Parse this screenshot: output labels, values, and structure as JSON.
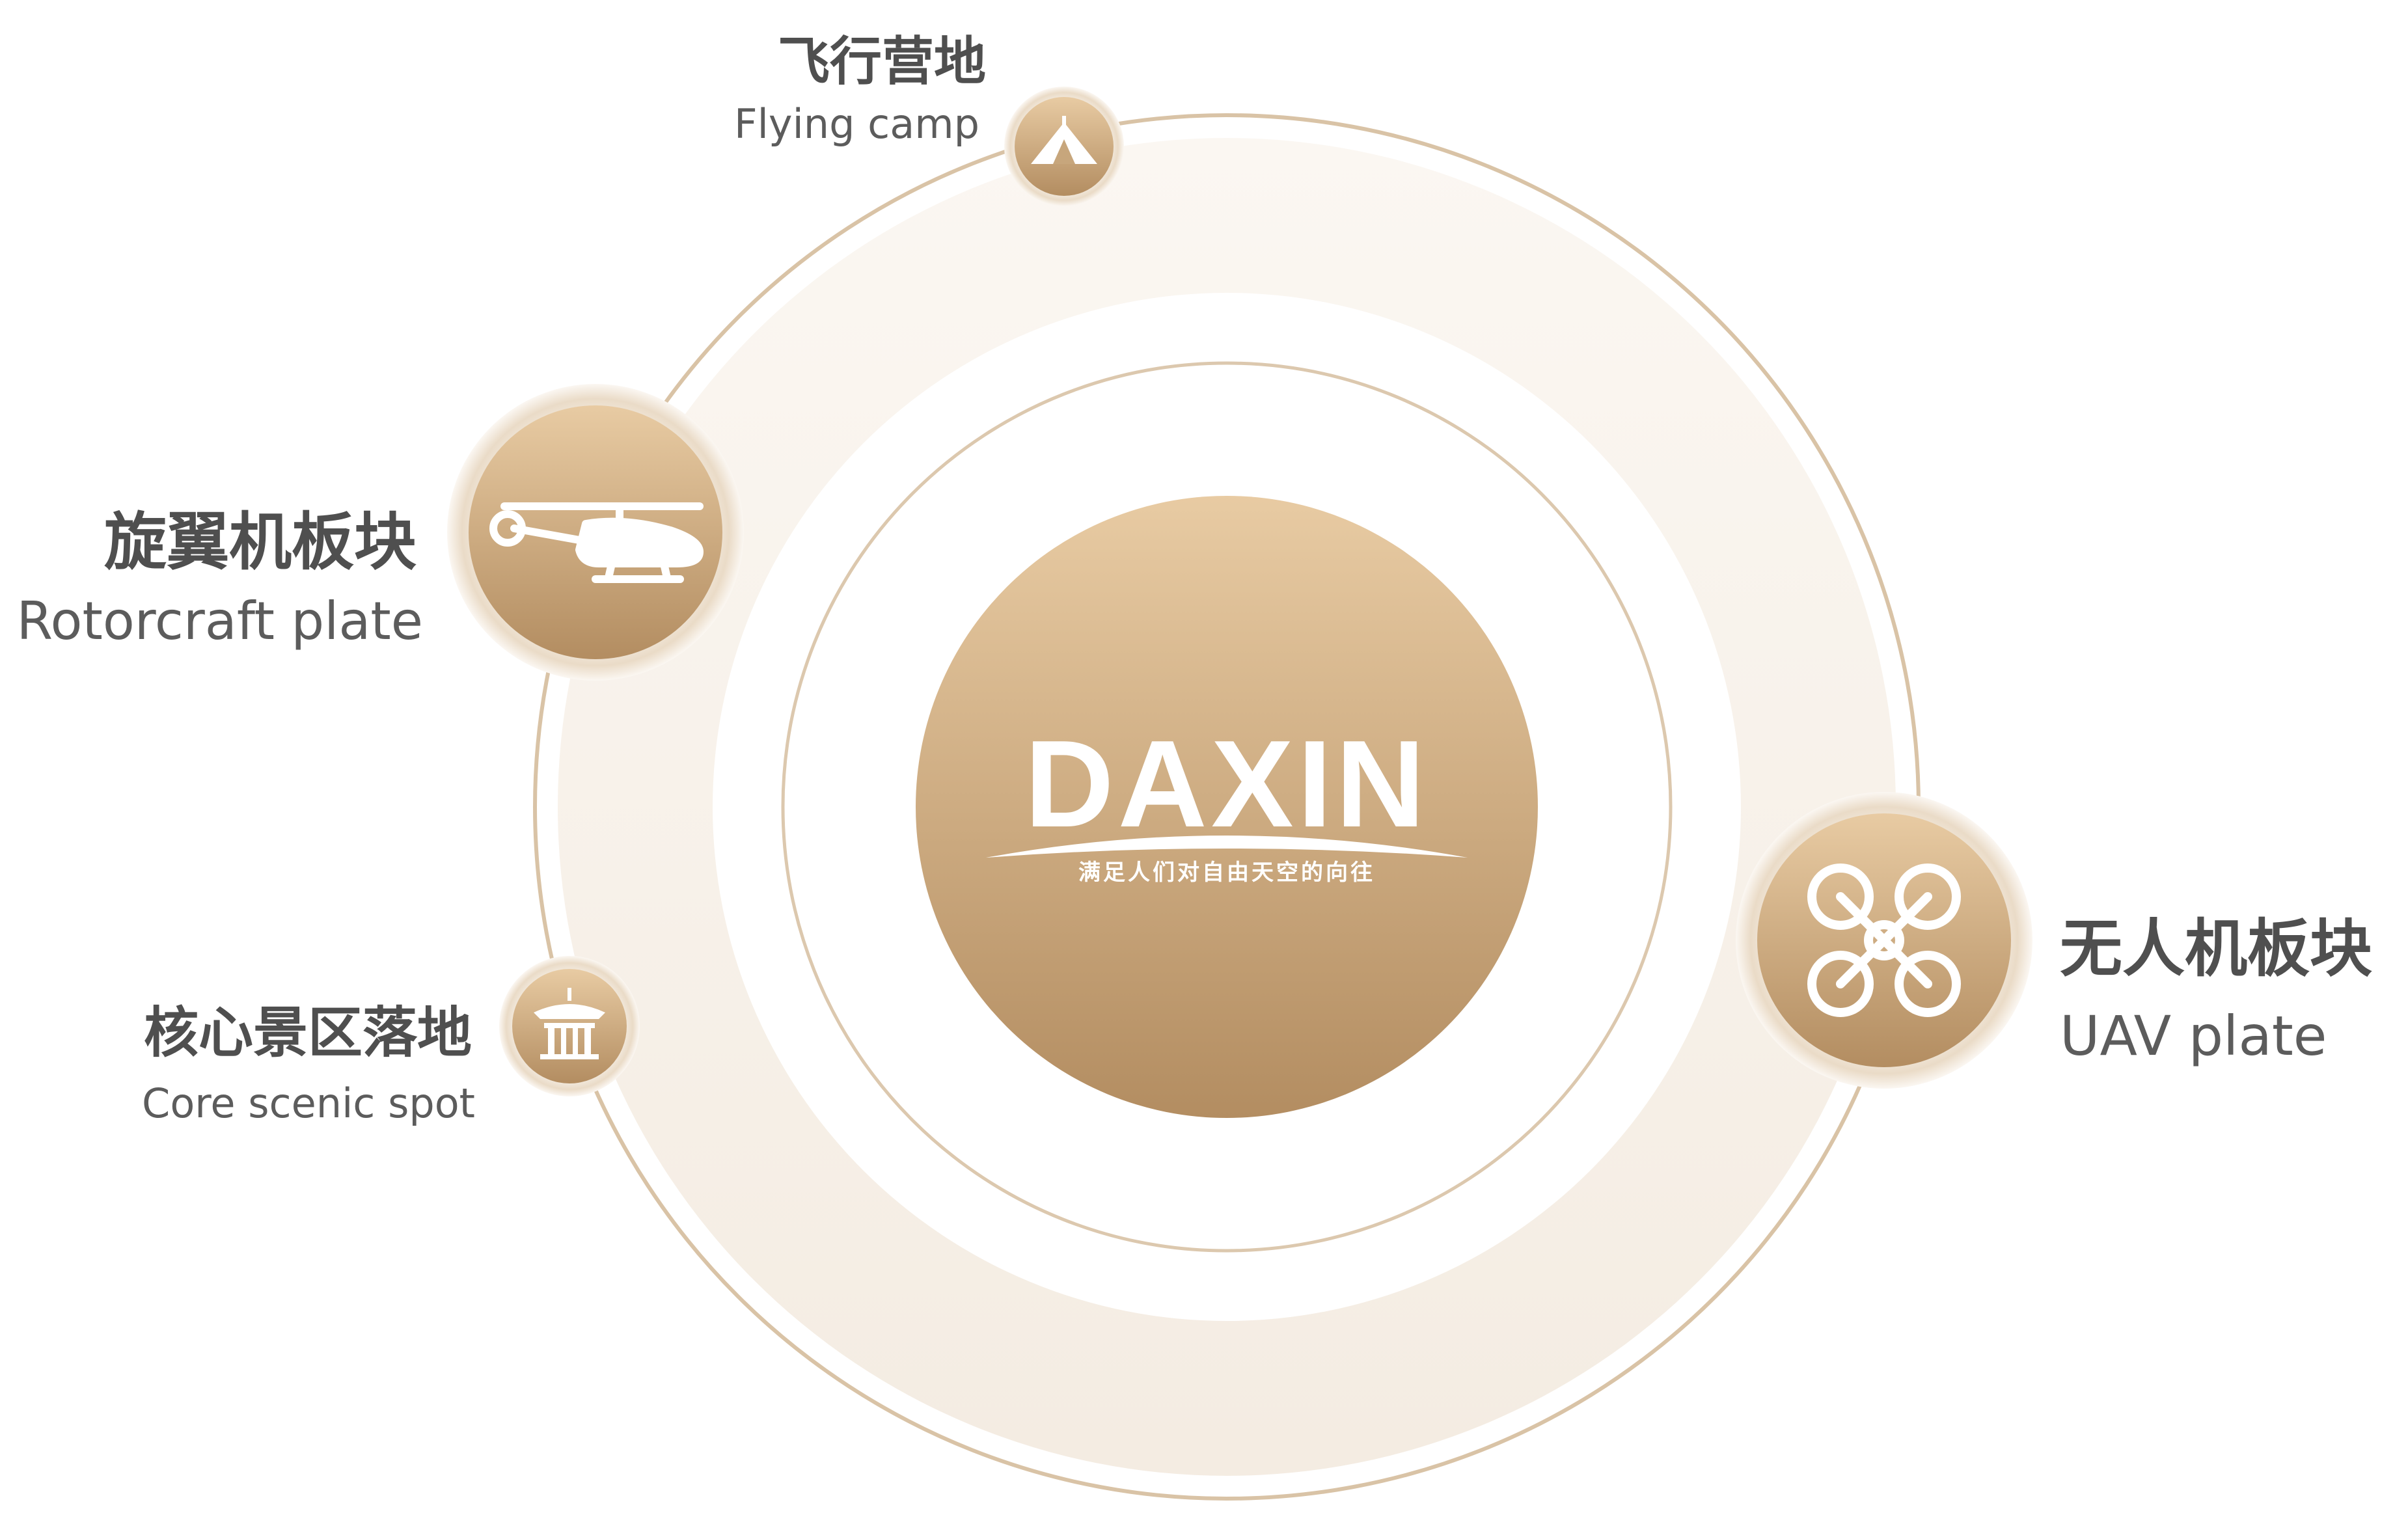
{
  "center": {
    "brand": "DAXIN",
    "slogan": "满足人们对自由天空的向往"
  },
  "nodes": [
    {
      "id": "flying-camp",
      "title_zh": "飞行营地",
      "title_en": "Flying camp",
      "icon": "tent-icon"
    },
    {
      "id": "rotorcraft",
      "title_zh": "旋翼机板块",
      "title_en": "Rotorcraft plate",
      "icon": "helicopter-icon"
    },
    {
      "id": "core-scenic",
      "title_zh": "核心景区落地",
      "title_en": "Core scenic spot",
      "icon": "pavilion-icon"
    },
    {
      "id": "uav",
      "title_zh": "无人机板块",
      "title_en": "UAV plate",
      "icon": "drone-icon"
    }
  ],
  "colors": {
    "gold_light": "#e6c8a0",
    "gold_dark": "#b38d60",
    "ring_fill": "#f7f0e8",
    "ring_line": "#d8c0a0",
    "text": "#555555"
  }
}
